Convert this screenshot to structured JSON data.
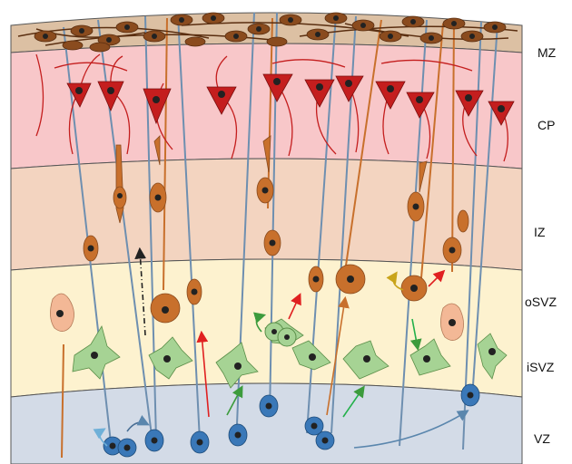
{
  "labels": {
    "mz": "MZ",
    "cp": "CP",
    "iz": "IZ",
    "osvz": "oSVZ",
    "isvz": "iSVZ",
    "vz": "VZ"
  },
  "colors": {
    "mz_fill": "#dcc0a3",
    "cp_fill": "#f8c7c9",
    "iz_fill": "#f3d4c0",
    "osvz_fill": "#fdf2cf",
    "isvz_fill": "#fdf2cf",
    "vz_fill": "#d3dbe7",
    "radial_fiber": "#6e8fb0",
    "progenitor_blue": "#3a78b8",
    "neuron_orange": "#c8702c",
    "pyramidal_red": "#c41e1e",
    "glia_green": "#7cb46a",
    "mz_neuron": "#8a4b1e",
    "arrow_red": "#e02020",
    "arrow_green": "#3c9b3c",
    "arrow_orange": "#c8702c",
    "arrow_blue": "#5a86ad",
    "arrow_yellow": "#c9a41a",
    "outer_rg_pink": "#f3b896"
  }
}
